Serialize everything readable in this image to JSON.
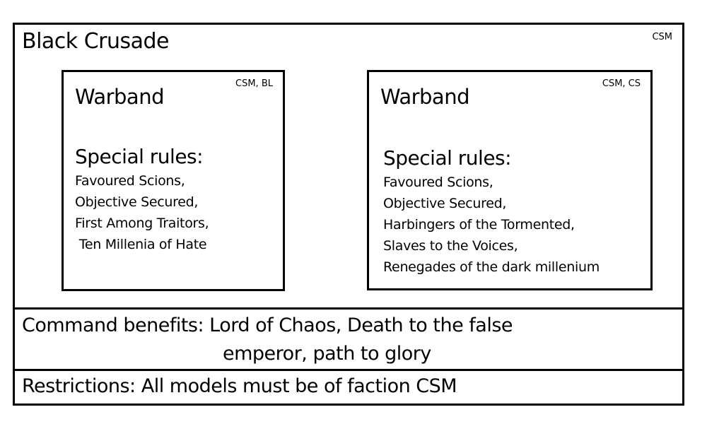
{
  "crusade": {
    "title": "Black Crusade",
    "tag": "CSM"
  },
  "warbands": [
    {
      "title": "Warband",
      "tag": "CSM, BL",
      "rules_heading": "Special rules:",
      "rules": [
        "Favoured Scions,",
        "Objective Secured,",
        "First Among Traitors,",
        " Ten Millenia of Hate"
      ]
    },
    {
      "title": "Warband",
      "tag": "CSM, CS",
      "rules_heading": "Special rules:",
      "rules": [
        "Favoured Scions,",
        "Objective Secured,",
        "Harbingers of the Tormented,",
        "Slaves to the Voices,",
        "Renegades of the dark millenium"
      ]
    }
  ],
  "command_benefits": {
    "line1": "Command benefits: Lord of Chaos, Death to the false",
    "line2": "emperor, path to glory"
  },
  "restrictions": "Restrictions: All models must be of faction CSM"
}
